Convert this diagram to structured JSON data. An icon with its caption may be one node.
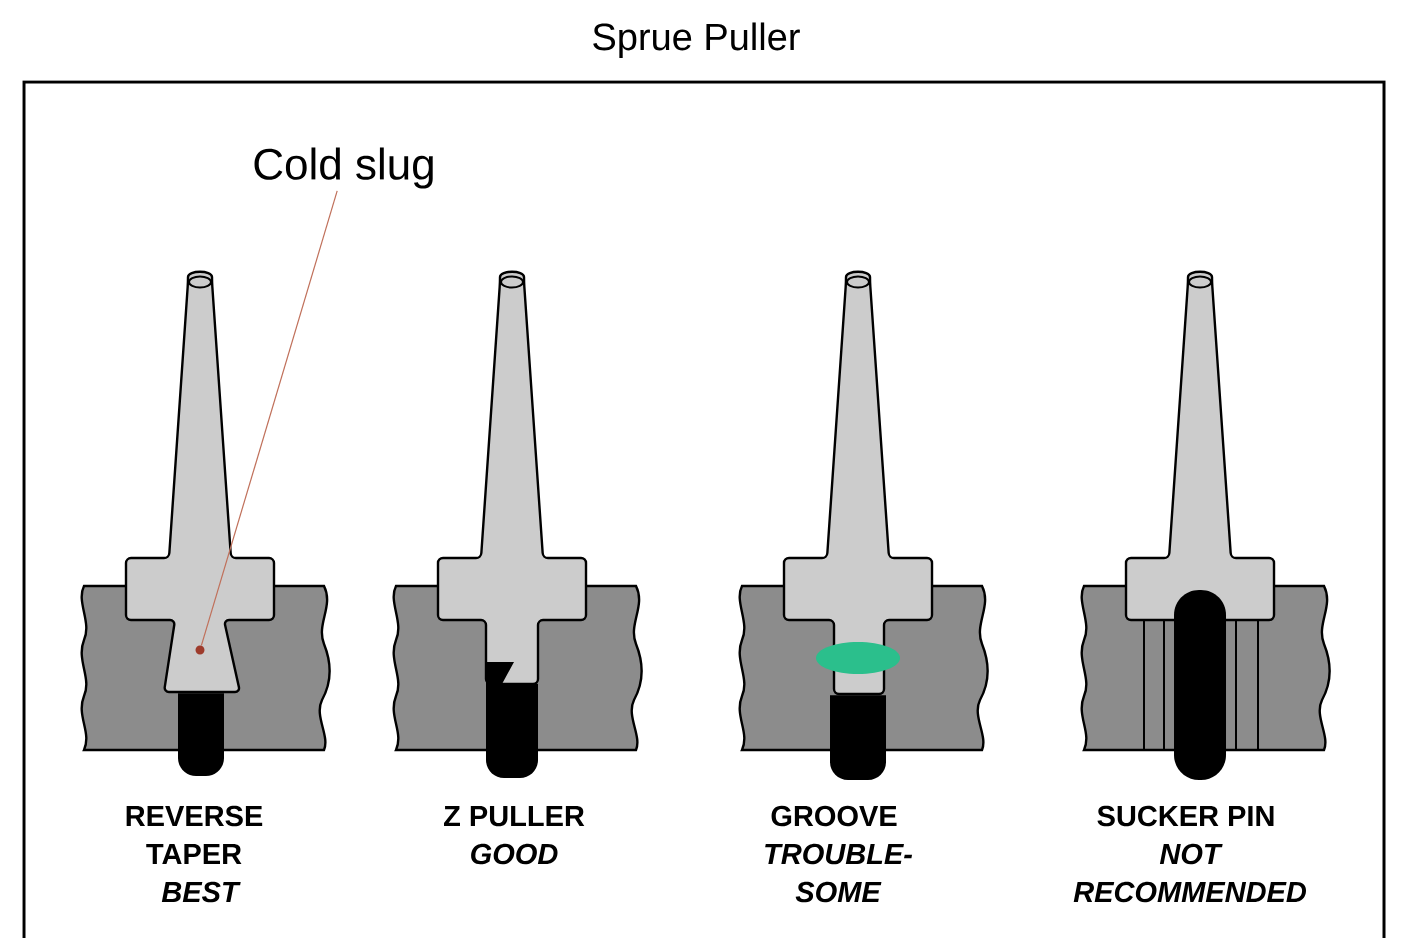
{
  "diagram": {
    "title": "Sprue Puller",
    "nodes": [
      {
        "text": [
          "Cold slug"
        ]
      },
      {
        "text": [],
        "shape": "circle"
      }
    ],
    "edges": [
      {
        "from": 0,
        "to": 1,
        "arrow": "none",
        "color": "#c0705a"
      }
    ],
    "labels": [
      "REVERSE TAPER",
      "BEST",
      "Z PULLER",
      "GOOD",
      "GROOVE",
      "TROUBLE- SOME",
      "SUCKER PIN",
      "NOT RECOMMENDED"
    ]
  }
}
